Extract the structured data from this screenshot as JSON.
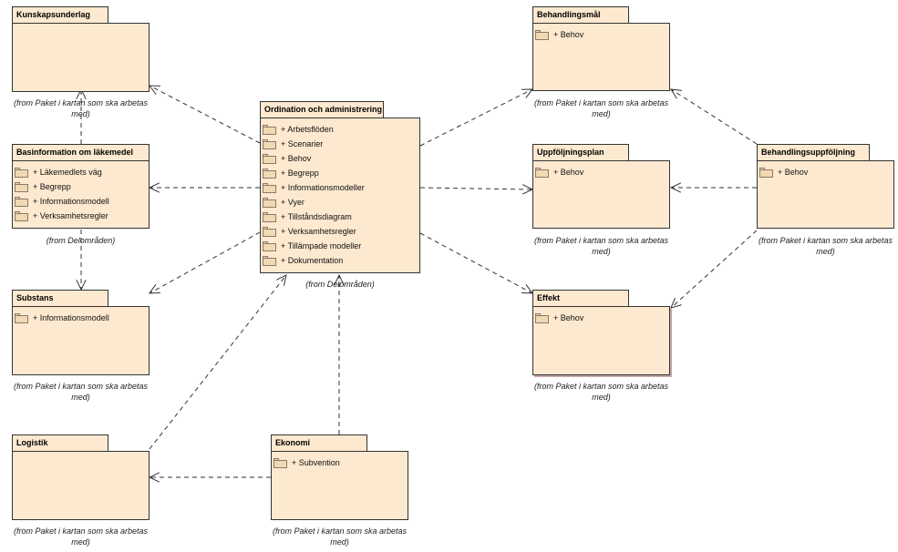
{
  "packages": {
    "kunskapsunderlag": {
      "title": "Kunskapsunderlag",
      "items": [],
      "from": "(from Paket i kartan som ska arbetas med)"
    },
    "basinformation": {
      "title": "Basinformation om läkemedel",
      "items": [
        "+ Läkemedlets väg",
        "+ Begrepp",
        "+ Informationsmodell",
        "+ Verksamhetsregler"
      ],
      "from": "(from Delområden)"
    },
    "substans": {
      "title": "Substans",
      "items": [
        "+ Informationsmodell"
      ],
      "from": "(from Paket i kartan som ska arbetas med)"
    },
    "logistik": {
      "title": "Logistik",
      "items": [],
      "from": "(from Paket i kartan som ska arbetas med)"
    },
    "ordination": {
      "title": "Ordination och administrering",
      "items": [
        "+ Arbetsflöden",
        "+ Scenarier",
        "+ Behov",
        "+ Begrepp",
        "+ Informationsmodeller",
        "+ Vyer",
        "+ Tillståndsdiagram",
        "+ Verksamhetsregler",
        "+ Tillämpade modeller",
        "+ Dokumentation"
      ],
      "from": "(from Delområden)"
    },
    "ekonomi": {
      "title": "Ekonomi",
      "items": [
        "+ Subvention"
      ],
      "from": "(from Paket i kartan som ska arbetas med)"
    },
    "behandlingsmal": {
      "title": "Behandlingsmål",
      "items": [
        "+ Behov"
      ],
      "from": "(from Paket i kartan som ska arbetas med)"
    },
    "uppfoljningsplan": {
      "title": "Uppföljningsplan",
      "items": [
        "+ Behov"
      ],
      "from": "(from Paket i kartan som ska arbetas med)"
    },
    "effekt": {
      "title": "Effekt",
      "items": [
        "+ Behov"
      ],
      "from": "(from Paket i kartan som ska arbetas med)"
    },
    "behandlingsuppfoljning": {
      "title": "Behandlingsuppföljning",
      "items": [
        "+ Behov"
      ],
      "from": "(from Paket i kartan som ska arbetas med)"
    }
  },
  "colors": {
    "package_fill": "#fde9cf",
    "border": "#333333",
    "line": "#333333"
  }
}
